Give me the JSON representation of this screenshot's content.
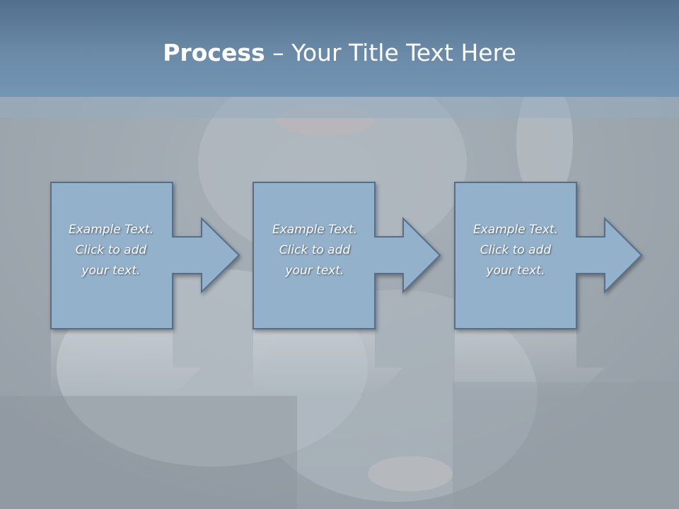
{
  "title": {
    "bold": "Process",
    "rest": " – Your Title Text Here"
  },
  "colors": {
    "title_band": "#5f7f9d",
    "box_fill": "#94b1cb",
    "box_stroke": "#566e87",
    "text": "#ffffff"
  },
  "steps": [
    {
      "lines": [
        "Example Text.",
        "Click  to add",
        "your text."
      ]
    },
    {
      "lines": [
        "Example Text.",
        "Click  to add",
        "your text."
      ]
    },
    {
      "lines": [
        "Example Text.",
        "Click  to add",
        "your text."
      ]
    }
  ]
}
